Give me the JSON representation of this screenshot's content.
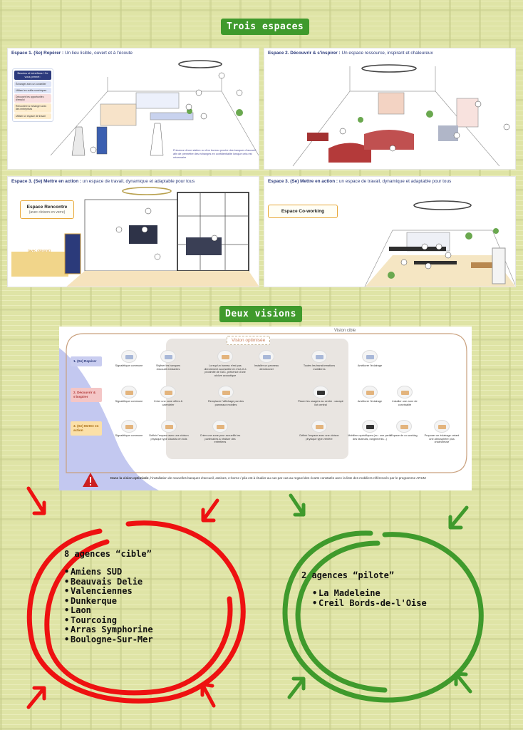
{
  "headings": {
    "trois_espaces": "Trois espaces",
    "deux_visions": "Deux visions"
  },
  "espaces": [
    {
      "title_bold": "Espace 1. (Se) Repérer :",
      "title_rest": " Un lieu lisible, ouvert et à l'écoute",
      "note": "Présence d'une station ou d'un bureau proche des banques d'accueil afin de permettre des échanges en confidentialité lorsque cela est nécessaire",
      "legend_header": "Besoins et bénéfices / Ce vous permet :",
      "legend": [
        "Échanger avec un conseiller",
        "Utiliser les outils numériques",
        "Découvrir les opportunités d'emploi",
        "Rencontrer & échanger avec des entreprises",
        "Utiliser un espace de travail"
      ]
    },
    {
      "title_bold": "Espace 2. Découvrir & s'inspirer :",
      "title_rest": " Un espace ressource, inspirant et chaleureux"
    },
    {
      "title_bold": "Espace 3. (Se) Mettre en action :",
      "title_rest": " un espace de travail, dynamique et adaptable pour tous",
      "tag": "Espace Rencontre",
      "tag_sub": "(avec cloison en verre)",
      "tag2": "(avec cloisons)"
    },
    {
      "title_bold": "Espace 3. (Se) Mettre en action :",
      "title_rest": " un espace de travail, dynamique et adaptable pour tous",
      "tag": "Espace Co-working"
    }
  ],
  "visions": {
    "cible_label": "Vision cible",
    "optimisee_label": "Vision optimisée",
    "rows": [
      {
        "label": "1. (Se) Repérer",
        "color": "#c9cdf0",
        "opt": [
          "Signalétique commune",
          "Styliser les banques d'accueil existantes",
          "Lorsqu'un bureau n'est pas directement accessible en ZLA et à proximité de l'AIC, présence d'une alcôve acoustique",
          "Installer un panneau directionnel"
        ],
        "cible": [
          "Toutes les transformations mobilières",
          "Améliorer l'éclairage"
        ]
      },
      {
        "label": "2. Découvrir & s'inspirer",
        "color": "#f4c6c6",
        "opt": [
          "Signalétique commune",
          "Créer une zone offres & calendrier",
          "Remplacer l'affichage par des panneaux mobiles"
        ],
        "cible": [
          "Placer les usagers au centre : canapé îlot central",
          "Améliorer l'éclairage",
          "Installer une zone de convivialité"
        ]
      },
      {
        "label": "3. (Se) Mettre en action",
        "color": "#fbe0a8",
        "opt": [
          "Signalétique commune",
          "Définir l'espace avec une cloison physique type claustra en bois",
          "Créer une zone pour accueillir les partenaires & réaliser des entretiens"
        ],
        "cible": [
          "Définir l'espace avec une cloison physique type verrière",
          "Mobiliers spécifiques (ex : une partie des fauteuils, rangements...)",
          "Espace de co-working",
          "Proposer un éclairage créant une atmosphère plus chaleureuse"
        ]
      }
    ],
    "warning_bold": "Dans la vision optimisée",
    "warning_text": ", l'installation de nouvelles banques d'accueil, assises, e-borne / pila est à étudier au cas par cas au regard des écarts constatés avec la liste des mobiliers référencés par le programme ARUM"
  },
  "cible": {
    "title": "8 agences “cible”",
    "color": "#ee1111",
    "agences": [
      "Amiens SUD",
      "Beauvais Delie",
      "Valenciennes",
      "Dunkerque",
      "Laon",
      "Tourcoing",
      "Arras Symphorine",
      "Boulogne-Sur-Mer"
    ]
  },
  "pilote": {
    "title": "2 agences “pilote”",
    "color": "#3f9a2c",
    "agences": [
      "La Madeleine",
      "Creil Bords-de-l'Oise"
    ]
  },
  "accent": {
    "panel_border": "#c9a07d",
    "title_blue": "#2b3a7a"
  }
}
